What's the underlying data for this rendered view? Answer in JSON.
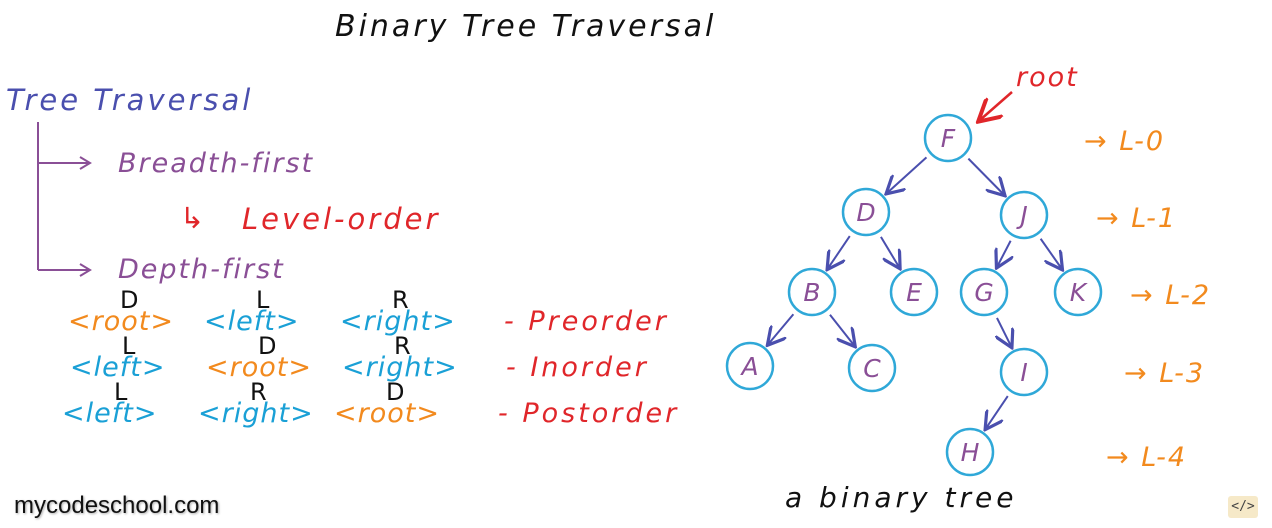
{
  "title": "Binary Tree Traversal",
  "outline": {
    "heading": "Tree Traversal",
    "breadth_first": "Breadth-first",
    "level_order": "Level-order",
    "depth_first": "Depth-first",
    "arrow_glyph": "↳"
  },
  "orders": [
    {
      "parts": [
        "<root>",
        "<left>",
        "<right>"
      ],
      "part_colors": [
        "orange",
        "blue",
        "blue"
      ],
      "letters": [
        "D",
        "L",
        "R"
      ],
      "name": "- Preorder"
    },
    {
      "parts": [
        "<left>",
        "<root>",
        "<right>"
      ],
      "part_colors": [
        "blue",
        "orange",
        "blue"
      ],
      "letters": [
        "L",
        "D",
        "R"
      ],
      "name": "- Inorder"
    },
    {
      "parts": [
        "<left>",
        "<right>",
        "<root>"
      ],
      "part_colors": [
        "blue",
        "blue",
        "orange"
      ],
      "letters": [
        "L",
        "R",
        "D"
      ],
      "name": "- Postorder"
    }
  ],
  "tree": {
    "root_label": "root",
    "nodes": [
      "F",
      "D",
      "J",
      "B",
      "E",
      "G",
      "K",
      "A",
      "C",
      "I",
      "H"
    ],
    "edges": [
      [
        "F",
        "D"
      ],
      [
        "F",
        "J"
      ],
      [
        "D",
        "B"
      ],
      [
        "D",
        "E"
      ],
      [
        "J",
        "G"
      ],
      [
        "J",
        "K"
      ],
      [
        "B",
        "A"
      ],
      [
        "B",
        "C"
      ],
      [
        "G",
        "I"
      ],
      [
        "I",
        "H"
      ]
    ],
    "caption": "a binary tree"
  },
  "levels": [
    "→ L-0",
    "→ L-1",
    "→ L-2",
    "→ L-3",
    "→ L-4"
  ],
  "footer": {
    "brand": "mycodeschool.com",
    "badge": "</>"
  },
  "colors": {
    "node_stroke": "#2fa8d8",
    "node_text": "#8a4f96",
    "edge": "#4a4fae",
    "root_arrow": "#e0262a",
    "outline_line": "#8a4f96"
  }
}
